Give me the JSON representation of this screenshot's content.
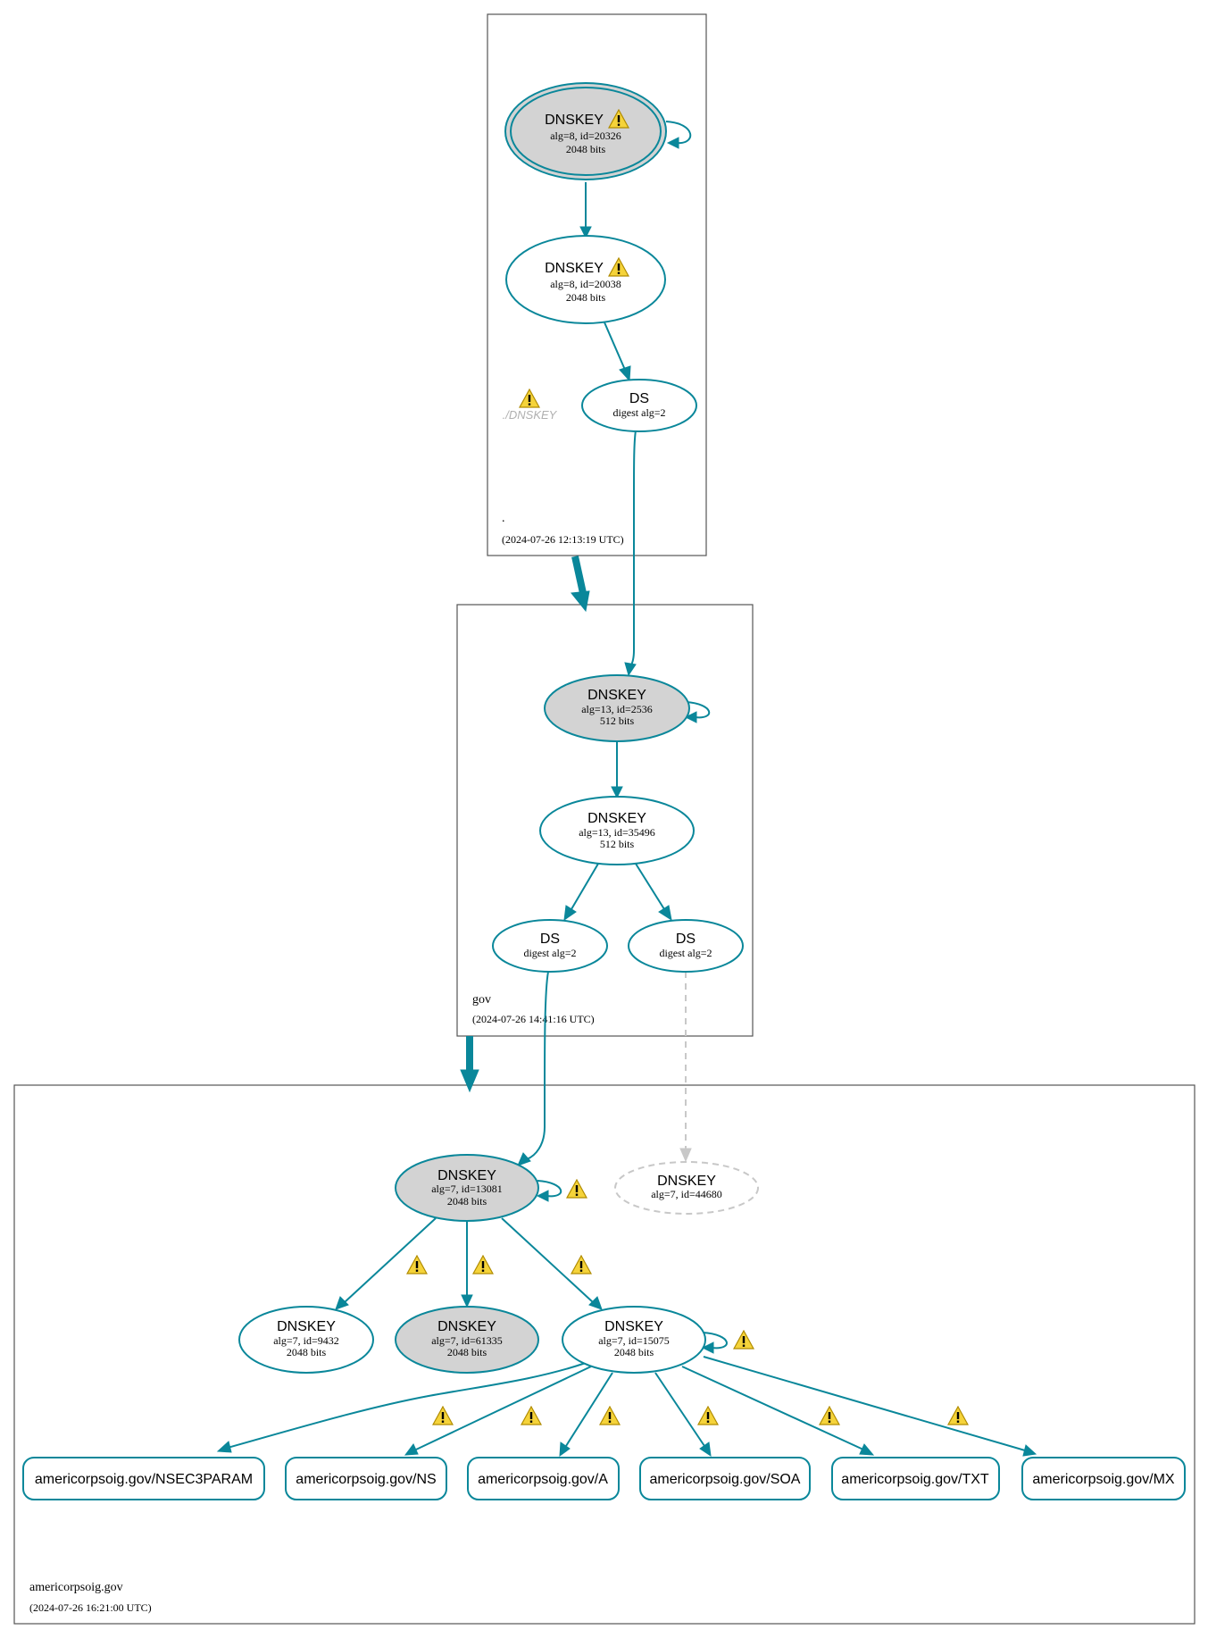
{
  "zones": {
    "root": {
      "name": ".",
      "timestamp": "(2024-07-26 12:13:19 UTC)"
    },
    "gov": {
      "name": "gov",
      "timestamp": "(2024-07-26 14:41:16 UTC)"
    },
    "americorpsoig": {
      "name": "americorpsoig.gov",
      "timestamp": "(2024-07-26 16:21:00 UTC)"
    }
  },
  "nodes": {
    "root_ksk": {
      "type": "DNSKEY",
      "line1": "alg=8, id=20326",
      "line2": "2048 bits",
      "warning": true
    },
    "root_zsk": {
      "type": "DNSKEY",
      "line1": "alg=8, id=20038",
      "line2": "2048 bits",
      "warning": true
    },
    "root_ds": {
      "type": "DS",
      "line1": "digest alg=2"
    },
    "root_missing": {
      "label": "./DNSKEY",
      "warning": true
    },
    "gov_ksk": {
      "type": "DNSKEY",
      "line1": "alg=13, id=2536",
      "line2": "512 bits"
    },
    "gov_zsk": {
      "type": "DNSKEY",
      "line1": "alg=13, id=35496",
      "line2": "512 bits"
    },
    "gov_ds1": {
      "type": "DS",
      "line1": "digest alg=2"
    },
    "gov_ds2": {
      "type": "DS",
      "line1": "digest alg=2"
    },
    "am_ksk": {
      "type": "DNSKEY",
      "line1": "alg=7, id=13081",
      "line2": "2048 bits"
    },
    "am_missing_key": {
      "type": "DNSKEY",
      "line1": "alg=7, id=44680"
    },
    "am_key_9432": {
      "type": "DNSKEY",
      "line1": "alg=7, id=9432",
      "line2": "2048 bits"
    },
    "am_key_61335": {
      "type": "DNSKEY",
      "line1": "alg=7, id=61335",
      "line2": "2048 bits"
    },
    "am_zsk": {
      "type": "DNSKEY",
      "line1": "alg=7, id=15075",
      "line2": "2048 bits"
    }
  },
  "rrsets": [
    "americorpsoig.gov/NSEC3PARAM",
    "americorpsoig.gov/NS",
    "americorpsoig.gov/A",
    "americorpsoig.gov/SOA",
    "americorpsoig.gov/TXT",
    "americorpsoig.gov/MX"
  ],
  "colors": {
    "edge": "#0a879a",
    "secure_fill": "#d3d3d3",
    "insecure_edge": "#c8c8c8",
    "warning": "#f5d33a"
  },
  "icons": {
    "warning": "warning-icon"
  }
}
